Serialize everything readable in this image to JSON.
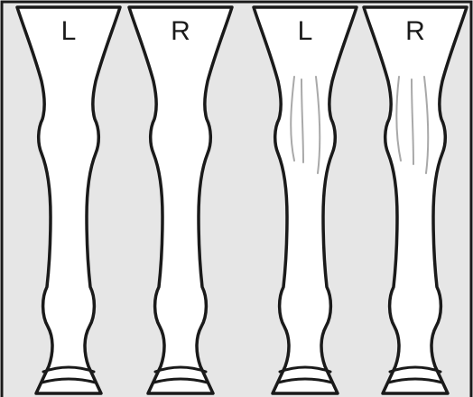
{
  "colors": {
    "background": "#e6e6e6",
    "frame": "#1a1a1a",
    "leg_fill": "#ffffff",
    "tendon": "#a9a9a9"
  },
  "legs": [
    {
      "label": "L",
      "tendon_lines": false
    },
    {
      "label": "R",
      "tendon_lines": false
    },
    {
      "label": "L",
      "tendon_lines": true
    },
    {
      "label": "R",
      "tendon_lines": true
    }
  ]
}
